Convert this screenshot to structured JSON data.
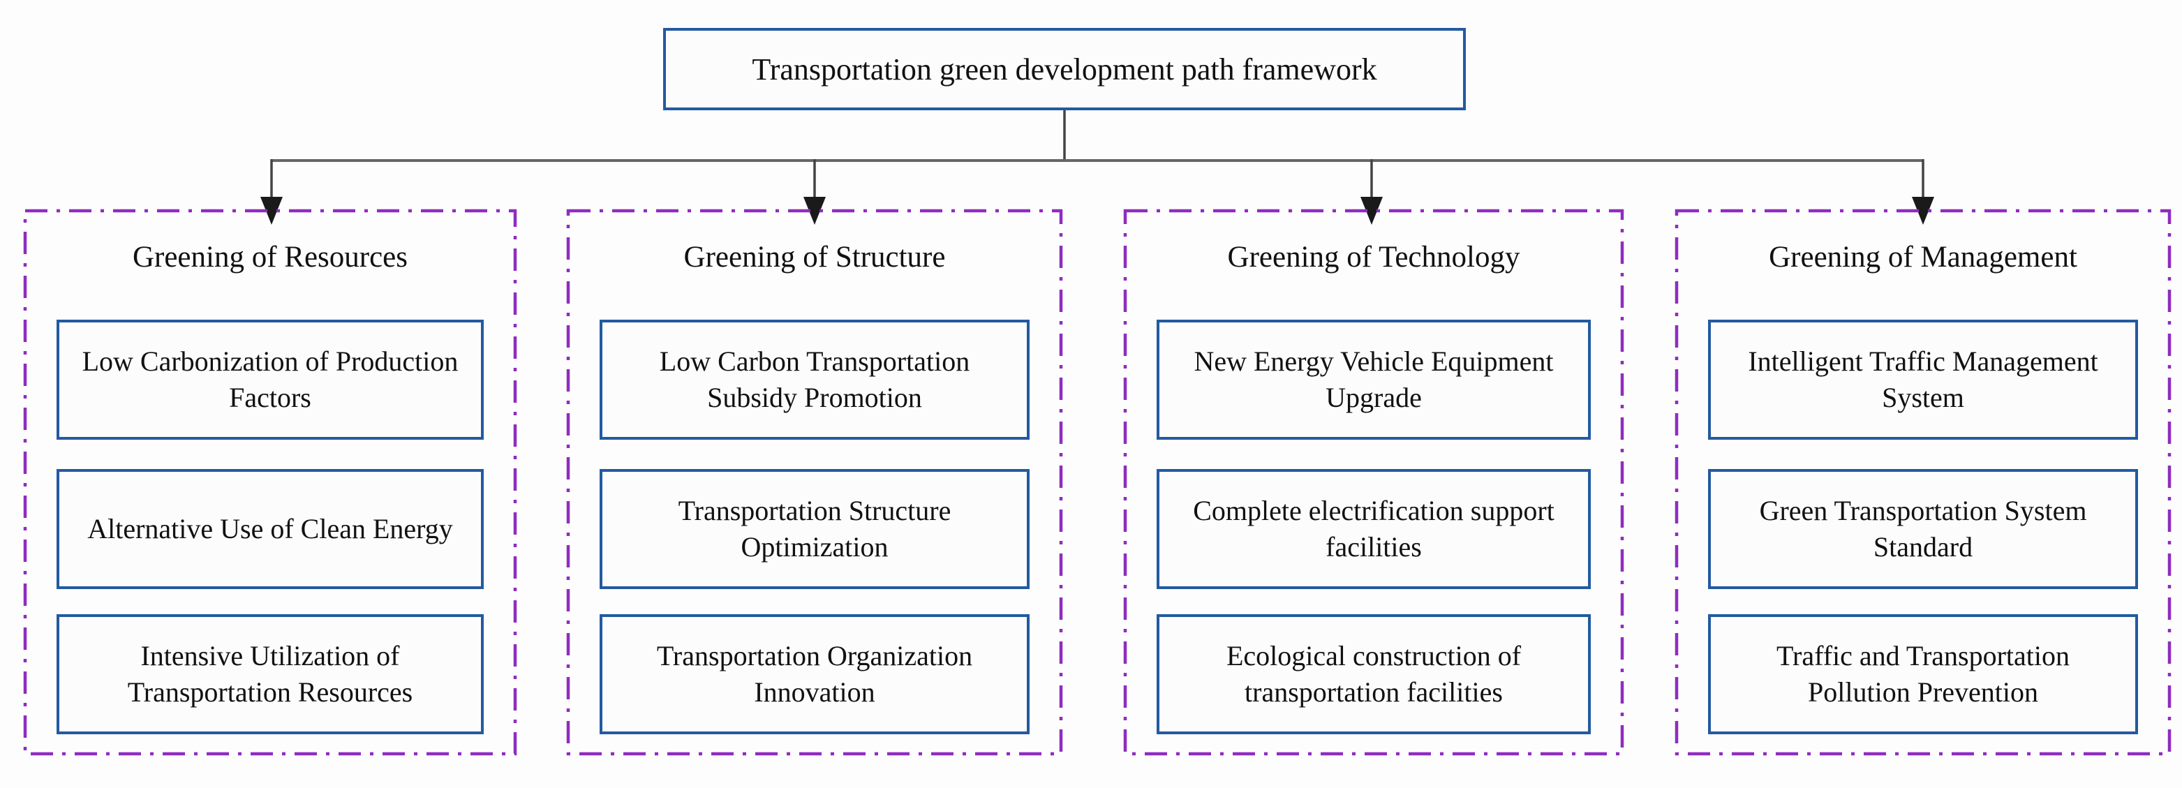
{
  "diagram": {
    "title": "Transportation green development path framework",
    "columns": [
      {
        "heading": "Greening of Resources",
        "items": [
          "Low Carbonization of Production Factors",
          "Alternative Use of Clean Energy",
          "Intensive Utilization of Transportation Resources"
        ]
      },
      {
        "heading": "Greening of Structure",
        "items": [
          "Low Carbon Transportation Subsidy Promotion",
          "Transportation Structure Optimization",
          "Transportation Organization Innovation"
        ]
      },
      {
        "heading": "Greening of Technology",
        "items": [
          "New Energy Vehicle Equipment Upgrade",
          "Complete electrification support facilities",
          "Ecological construction of transportation facilities"
        ]
      },
      {
        "heading": "Greening of Management",
        "items": [
          "Intelligent Traffic Management System",
          "Green Transportation System Standard",
          "Traffic and Transportation Pollution Prevention"
        ]
      }
    ],
    "colors": {
      "box_border_blue": "#235aa0",
      "group_border_purple": "#8f2cbf",
      "connector_line": "#555555",
      "arrow_fill": "#1a1a1a",
      "text": "#111111"
    }
  }
}
